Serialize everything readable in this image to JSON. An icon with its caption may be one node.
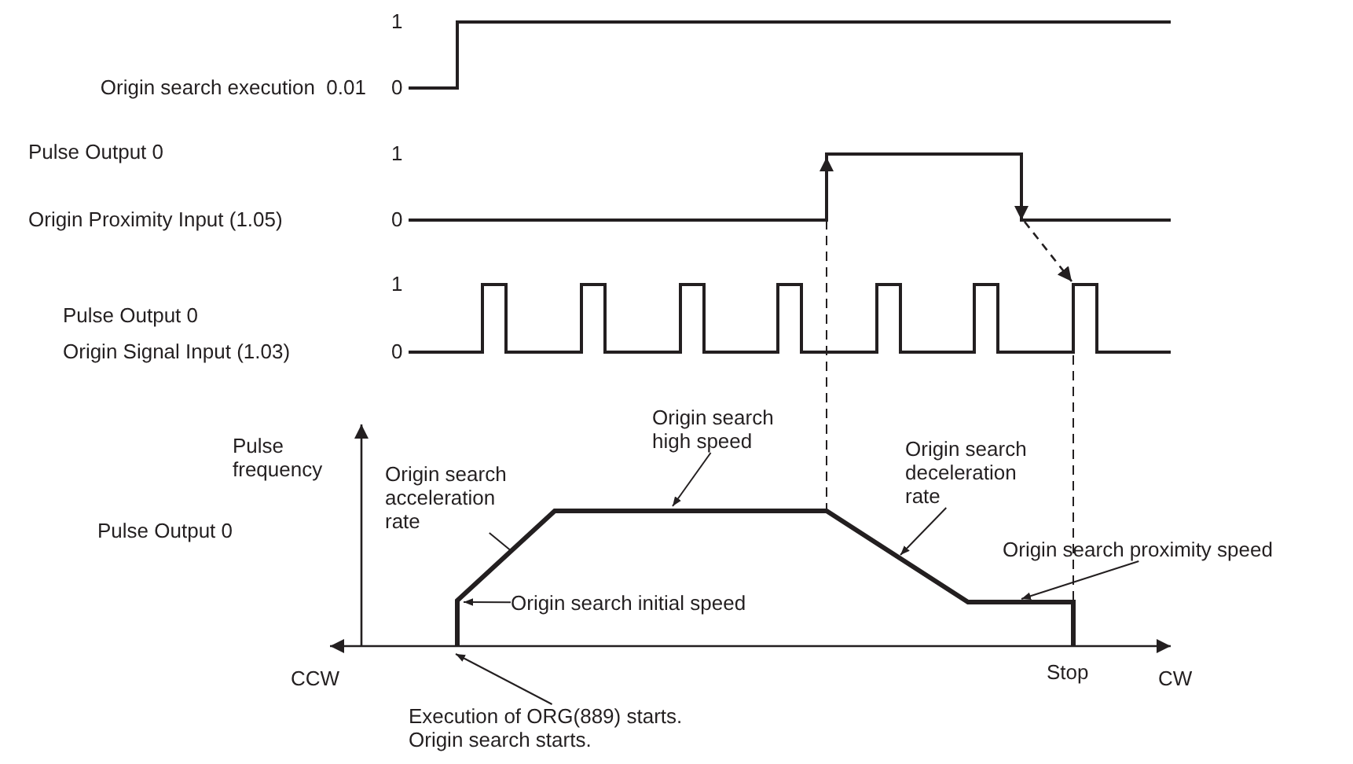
{
  "diagram": {
    "nodes": [
      {
        "text": [
          "Origin search acceleration rate"
        ]
      },
      {
        "text": [
          "Origin search high speed"
        ]
      },
      {
        "text": [
          "Origin search deceleration rate"
        ]
      },
      {
        "text": [
          "Origin search proximity speed"
        ]
      },
      {
        "text": [
          "Origin search initial speed"
        ]
      },
      {
        "text": [
          "Execution of ORG(889) starts.",
          "Origin search starts."
        ]
      }
    ],
    "edges": [
      {
        "from": 0,
        "to": null,
        "arrow": "none"
      },
      {
        "from": 1,
        "to": null,
        "arrow": "to"
      },
      {
        "from": 2,
        "to": null,
        "arrow": "to"
      },
      {
        "from": 3,
        "to": null,
        "arrow": "to"
      },
      {
        "from": 4,
        "to": null,
        "arrow": "to"
      },
      {
        "from": 5,
        "to": null,
        "arrow": "to"
      }
    ],
    "labels": [
      "1",
      "Origin search execution  0.01",
      "0",
      "1",
      "Pulse Output 0",
      "Origin Proximity Input (1.05)",
      "0",
      "1",
      "Pulse Output 0",
      "Origin Signal Input (1.03)",
      "0",
      "Pulse frequency",
      "Pulse Output 0",
      "CCW",
      "Stop",
      "CW"
    ]
  }
}
